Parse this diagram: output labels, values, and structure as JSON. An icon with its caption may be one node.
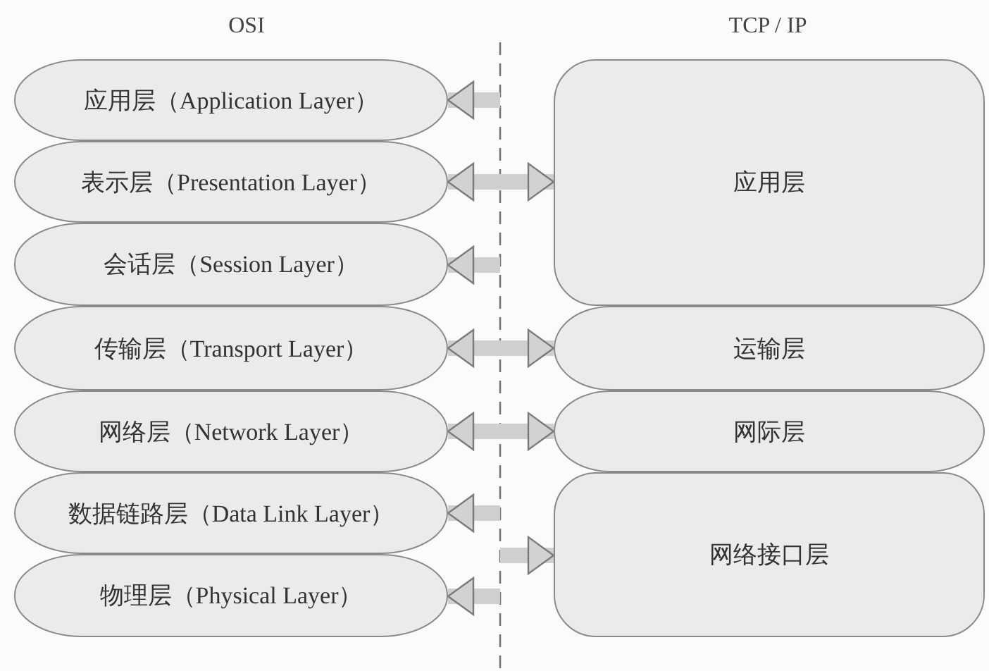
{
  "diagram": {
    "nodes": [
      {
        "text": [
          "应用层（Application Layer）"
        ]
      },
      {
        "text": [
          "表示层（Presentation Layer）"
        ]
      },
      {
        "text": [
          "会话层（Session Layer）"
        ]
      },
      {
        "text": [
          "传输层（Transport Layer）"
        ]
      },
      {
        "text": [
          "网络层（Network Layer）"
        ]
      },
      {
        "text": [
          "数据链路层（Data Link Layer）"
        ]
      },
      {
        "text": [
          "物理层（Physical Layer）"
        ]
      },
      {
        "text": [
          "应用层"
        ]
      },
      {
        "text": [
          "运输层"
        ]
      },
      {
        "text": [
          "网际层"
        ]
      },
      {
        "text": [
          "网络接口层"
        ]
      }
    ],
    "edges": [
      {
        "from": null,
        "to": 0,
        "arrow": "to"
      },
      {
        "from": 1,
        "to": 7,
        "arrow": "both"
      },
      {
        "from": null,
        "to": 2,
        "arrow": "to"
      },
      {
        "from": 3,
        "to": 8,
        "arrow": "both"
      },
      {
        "from": 4,
        "to": 9,
        "arrow": "both"
      },
      {
        "from": null,
        "to": 5,
        "arrow": "to"
      },
      {
        "from": null,
        "to": 10,
        "arrow": "to"
      },
      {
        "from": null,
        "to": 6,
        "arrow": "to"
      }
    ],
    "labels": [
      "OSI",
      "TCP / IP"
    ]
  }
}
